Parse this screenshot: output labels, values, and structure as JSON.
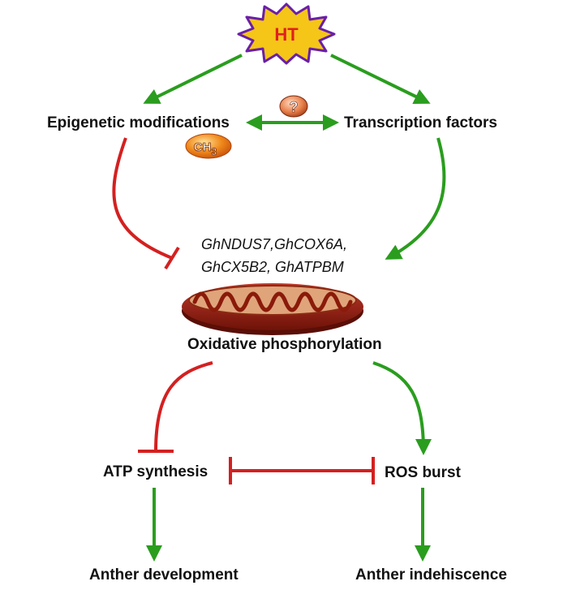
{
  "nodes": {
    "ht": "HT",
    "question_mark": "?",
    "methyl": "CH",
    "methyl_sub": "3",
    "epigenetic": "Epigenetic modifications",
    "transcription": "Transcription factors",
    "genes_line1": "GhNDUS7,GhCOX6A,",
    "genes_line2": "GhCX5B2, GhATPBM",
    "oxphos": "Oxidative phosphorylation",
    "atp": "ATP synthesis",
    "ros": "ROS burst",
    "anther_dev": "Anther development",
    "anther_indehiscence": "Anther indehiscence"
  },
  "colors": {
    "activation": "#2a9d1e",
    "inhibition": "#d42020",
    "ht_fill": "#f5c518",
    "ht_border": "#6a1fa8",
    "ht_text": "#e02020",
    "mitochondrion": "#a8281a"
  }
}
